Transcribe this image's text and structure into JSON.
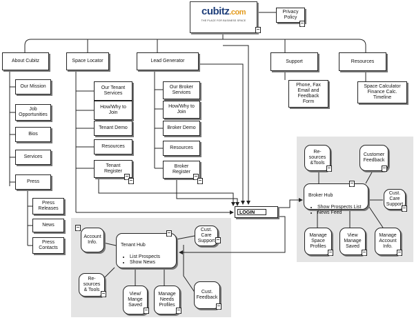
{
  "logo": {
    "brand": "cubitz",
    "domain": ".com",
    "tagline": "THE PLACE FOR BUSINESS SPACE"
  },
  "privacy": "Privacy Policy",
  "sections": {
    "about": "About Cubitz",
    "space_locator": "Space Locator",
    "lead_generator": "Lead Generator",
    "support": "Support",
    "resources": "Resources"
  },
  "about_items": [
    "Our Mission",
    "Job\nOpportunities",
    "Bios",
    "Services",
    "Press"
  ],
  "press_items": [
    "Press\nReleases",
    "News",
    "Press\nContacts"
  ],
  "space_items": [
    "Our Tenant\nServices",
    "How/Why to\nJoin",
    "Tenant Demo",
    "Resources",
    "Tenant\nRegister"
  ],
  "lead_items": [
    "Our Broker\nServices",
    "How/Why to\nJoin",
    "Broker Demo",
    "Resources",
    "Broker\nRegister"
  ],
  "support_item": "Phone, Fax\nEmail and\nFeedback\nForm",
  "resources_item": "Space Calculator\nFinance Calc.\nTimeline",
  "login": "LOGIN",
  "broker_hub": {
    "title": "Broker Hub",
    "bullets": [
      "Show Prospects List",
      "News Feed"
    ],
    "nodes": {
      "resources_tools": "Re-\nsources\n&Tools",
      "customer_feedback": "Customer\nFeedback",
      "cust_care": "Cust.\nCare\nSupport",
      "manage_space": "Manage\nSpace\nProfiles",
      "view_manage": "View\nManage\nSaved",
      "manage_account": "Manage\nAccount\nInfo."
    }
  },
  "tenant_hub": {
    "title": "Tenant Hub",
    "bullets": [
      "List Prospects",
      "Show News"
    ],
    "nodes": {
      "account_info": "Account\nInfo.",
      "cust_care": "Cust.\nCare\nSupport",
      "resources_tools": "Re-\nsources\n& Tools",
      "view_manage": "View/\nMange\nSaved",
      "manage_needs": "Manage\nNeeds\nProfiles",
      "cust_feedback": "Cust.\nFeedback"
    }
  }
}
